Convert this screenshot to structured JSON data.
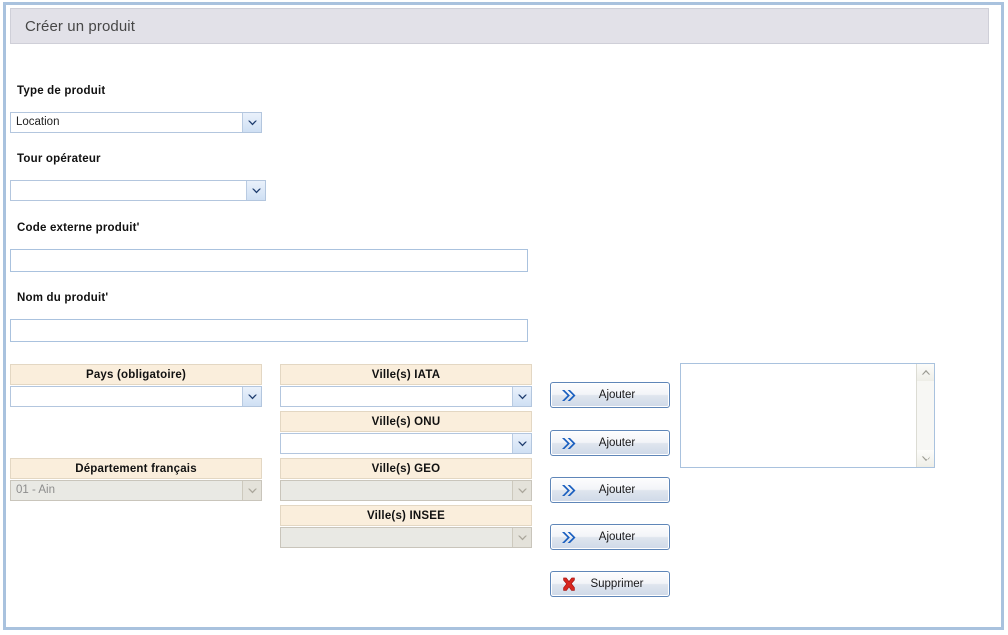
{
  "window": {
    "title": "Créer un produit"
  },
  "form": {
    "type_produit": {
      "label": "Type de produit",
      "value": "Location",
      "icon": "chevron-down-icon"
    },
    "tour_operateur": {
      "label": "Tour opérateur",
      "value": "",
      "icon": "chevron-down-icon"
    },
    "code_externe": {
      "label": "Code externe produit'",
      "value": "",
      "placeholder": ""
    },
    "nom_produit": {
      "label": "Nom du produit'",
      "value": "",
      "placeholder": ""
    }
  },
  "geo": {
    "col1": [
      {
        "header": "Pays (obligatoire)",
        "value": "",
        "disabled": false
      },
      {
        "header": "Département français",
        "value": "01 - Ain",
        "disabled": true
      }
    ],
    "col2": [
      {
        "header": "Ville(s) IATA",
        "value": "",
        "disabled": false
      },
      {
        "header": "Ville(s) ONU",
        "value": "",
        "disabled": false
      },
      {
        "header": "Ville(s) GEO",
        "value": "",
        "disabled": true
      },
      {
        "header": "Ville(s) INSEE",
        "value": "",
        "disabled": true
      }
    ]
  },
  "actions": {
    "add_label": "Ajouter",
    "add_icon": "double-chevron-right-icon",
    "delete_label": "Supprimer",
    "delete_icon": "red-x-icon"
  },
  "selection_list": {
    "items": [],
    "scroll_up_icon": "chevron-up-icon",
    "scroll_down_icon": "chevron-down-icon"
  },
  "colors": {
    "panel_border": "#a9c2de",
    "titlebar_bg": "#e2e1e8",
    "group_header_bg": "#faeedc",
    "accent_blue": "#1a5fbf",
    "delete_red": "#d8271f",
    "disabled_bg": "#e9e9e4"
  }
}
